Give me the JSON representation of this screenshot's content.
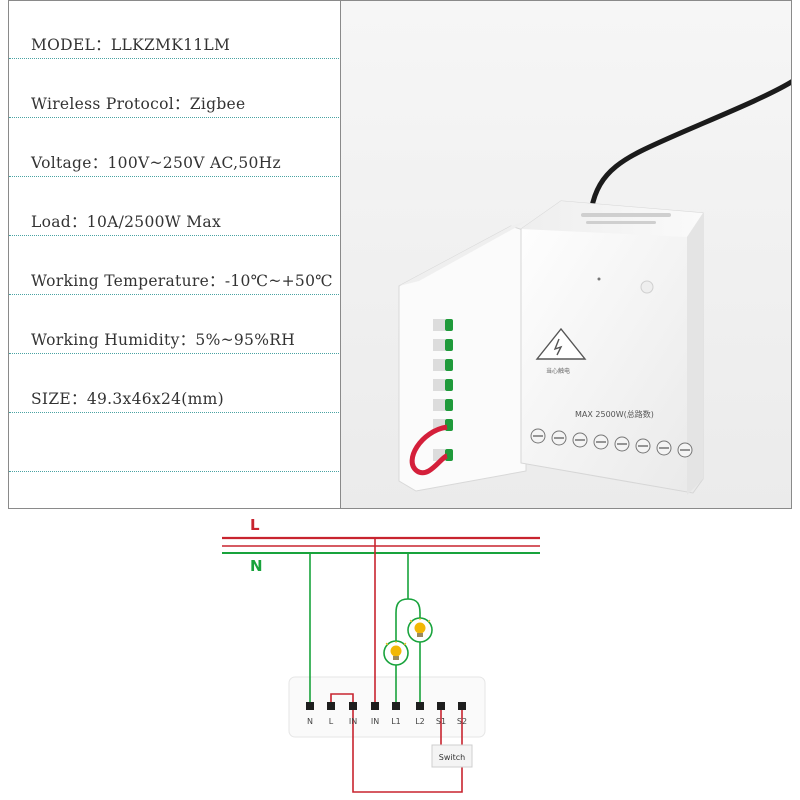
{
  "specs": [
    {
      "label": "MODEL：LLKZMK11LM"
    },
    {
      "label": "Wireless Protocol：Zigbee"
    },
    {
      "label": "Voltage：100V~250V AC,50Hz"
    },
    {
      "label": "Load：10A/2500W Max"
    },
    {
      "label": "Working Temperature：-10℃~+50℃"
    },
    {
      "label": "Working Humidity：5%~95%RH"
    },
    {
      "label": "SIZE：49.3x46x24(mm)"
    },
    {
      "label": ""
    }
  ],
  "device_label": "MAX 2500W(总路数)",
  "warning_text": "当心触电",
  "wiring": {
    "line_L": "L",
    "line_N": "N",
    "terminals": [
      "N",
      "L",
      "IN",
      "IN",
      "L1",
      "L2",
      "S1",
      "S2"
    ],
    "switch_label": "Switch"
  },
  "colors": {
    "live": "#c8242f",
    "neutral": "#18a33c",
    "grid_dots": "#4aa3a3"
  }
}
